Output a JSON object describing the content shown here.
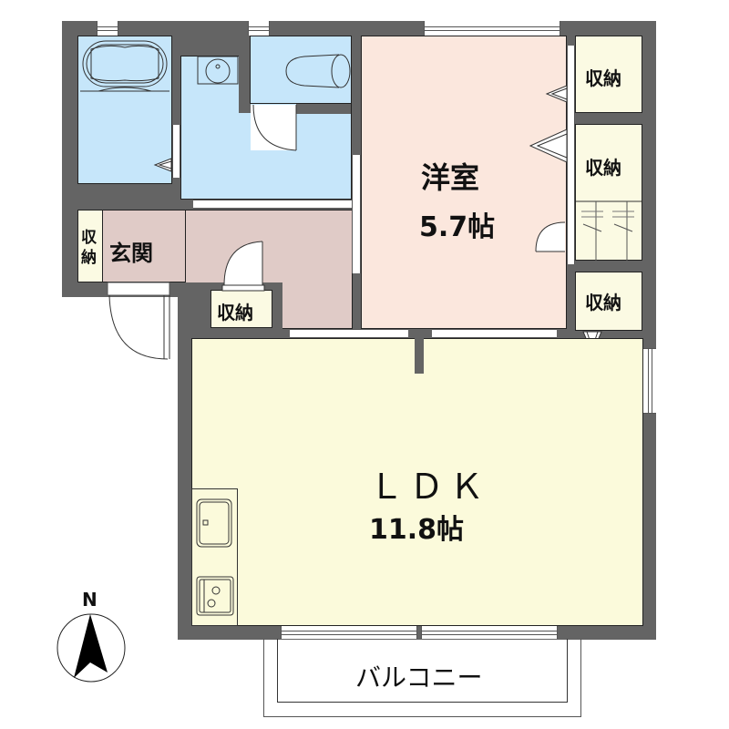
{
  "floorplan": {
    "rooms": {
      "western_room": {
        "name": "洋室",
        "size": "5.7帖"
      },
      "ldk": {
        "name": "ＬＤＫ",
        "size": "11.8帖"
      },
      "entrance": {
        "name": "玄関"
      },
      "entrance_storage": {
        "name": "収\n納",
        "line1": "収",
        "line2": "納"
      },
      "hall_storage": {
        "name": "収納"
      },
      "closet_top": {
        "name": "収納"
      },
      "closet_middle": {
        "name": "収納"
      },
      "closet_bottom": {
        "name": "収納"
      },
      "balcony": {
        "name": "バルコニー"
      }
    },
    "compass": {
      "label": "N"
    },
    "colors": {
      "wall": "#646464",
      "wet_area": "#c6e6fa",
      "western_room": "#fbe7dd",
      "entrance": "#e0cbc7",
      "storage": "#fbfae3",
      "ldk": "#fbfadb"
    }
  }
}
